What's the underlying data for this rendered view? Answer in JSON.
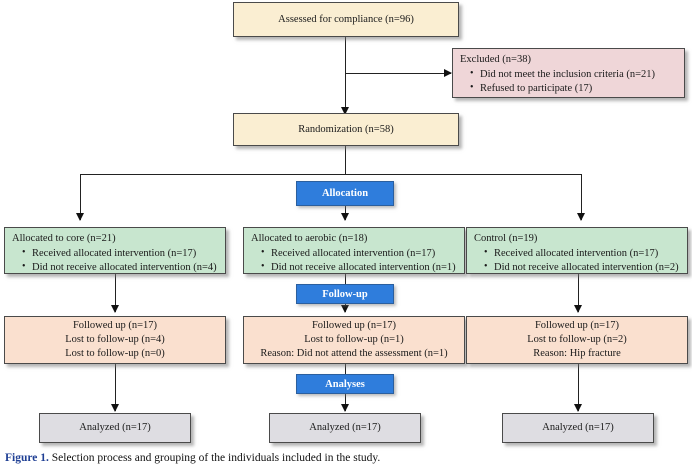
{
  "figure": {
    "label": "Figure 1.",
    "caption": "Selection process and grouping of the individuals included in the study."
  },
  "colors": {
    "cream": "#faeed2",
    "pink": "#efd6d8",
    "green": "#c8e6cf",
    "peach": "#fae0cf",
    "grey": "#dedde2",
    "banner_blue": "#2f7ddc",
    "caption_blue": "#1f3f94",
    "line": "#222222"
  },
  "nodes": {
    "enrollment": {
      "text": "Assessed for compliance (n=96)"
    },
    "excluded": {
      "title": "Excluded  (n=38)",
      "items": [
        "Did not meet the inclusion criteria (n=21)",
        "Refused to participate (17)"
      ]
    },
    "randomization": {
      "text": "Randomization (n=58)"
    },
    "banner_allocation": {
      "label": "Allocation"
    },
    "banner_followup": {
      "label": "Follow-up"
    },
    "banner_analyses": {
      "label": "Analyses"
    },
    "allocation": [
      {
        "title": "Allocated to core (n=21)",
        "items": [
          "Received allocated intervention (n=17)",
          "Did not receive allocated intervention (n=4)"
        ]
      },
      {
        "title": "Allocated to aerobic (n=18)",
        "items": [
          "Received allocated intervention (n=17)",
          "Did not receive allocated intervention (n=1)"
        ]
      },
      {
        "title": "Control (n=19)",
        "items": [
          "Received allocated intervention (n=17)",
          "Did not receive allocated intervention (n=2)"
        ]
      }
    ],
    "followup": [
      {
        "lines": [
          "Followed up (n=17)",
          "Lost to follow-up (n=4)",
          "Lost to follow-up (n=0)"
        ]
      },
      {
        "lines": [
          "Followed up (n=17)",
          "Lost to follow-up (n=1)",
          "Reason: Did not attend the assessment (n=1)"
        ]
      },
      {
        "lines": [
          "Followed up (n=17)",
          "Lost to follow-up (n=2)",
          "Reason: Hip fracture"
        ]
      }
    ],
    "analysis": [
      {
        "text": "Analyzed (n=17)"
      },
      {
        "text": "Analyzed (n=17)"
      },
      {
        "text": "Analyzed (n=17)"
      }
    ]
  }
}
